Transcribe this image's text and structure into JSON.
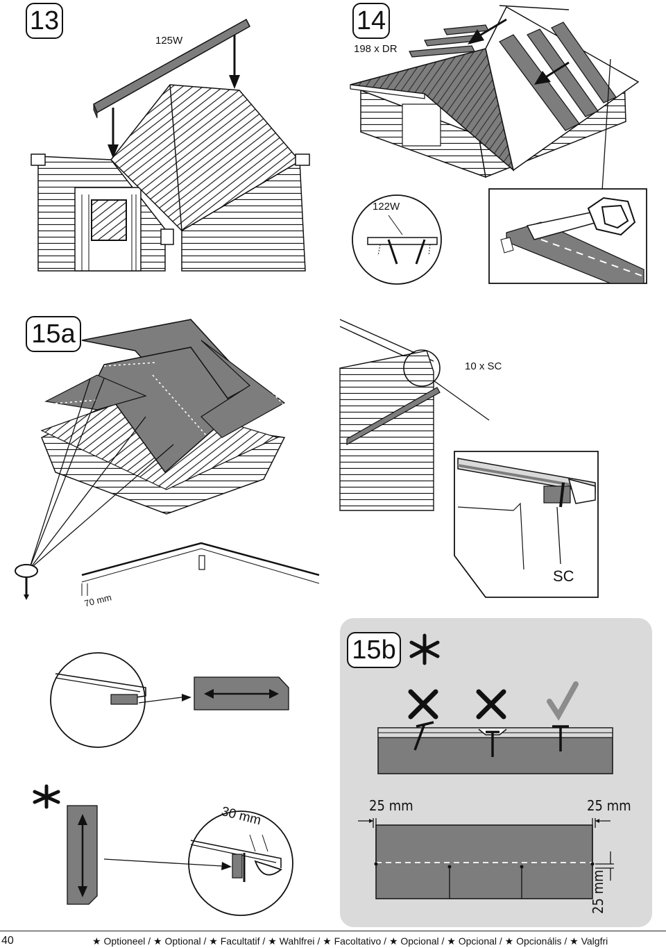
{
  "steps": {
    "s13": "13",
    "s14": "14",
    "s15a": "15a",
    "s15b": "15b"
  },
  "labels": {
    "part_125w": "125W",
    "part_198dr": "198 x DR",
    "part_122w": "122W",
    "part_10sc": "10 x SC",
    "part_sc": "SC",
    "dim_70": "70 mm",
    "dim_30": "30 mm",
    "dim_25_left": "25 mm",
    "dim_25_right": "25 mm",
    "dim_25_vertical": "25 mm"
  },
  "footer": {
    "page_number": "40",
    "optional_note": "★ Optioneel / ★ Optional / ★ Facultatif / ★ Wahlfrei / ★ Facoltativo / ★ Opcional / ★ Opcional / ★ Opcionális / ★ Valgfri"
  },
  "colors": {
    "line": "#111111",
    "roof_grey": "#7d7d7d",
    "felt_grey": "#808080",
    "panel_bg": "#dadada",
    "check_grey": "#8c8c8c"
  },
  "icons": [
    "optional-star-icon",
    "wrong-cross-icon",
    "correct-check-icon",
    "nail-icon",
    "saw-icon"
  ]
}
